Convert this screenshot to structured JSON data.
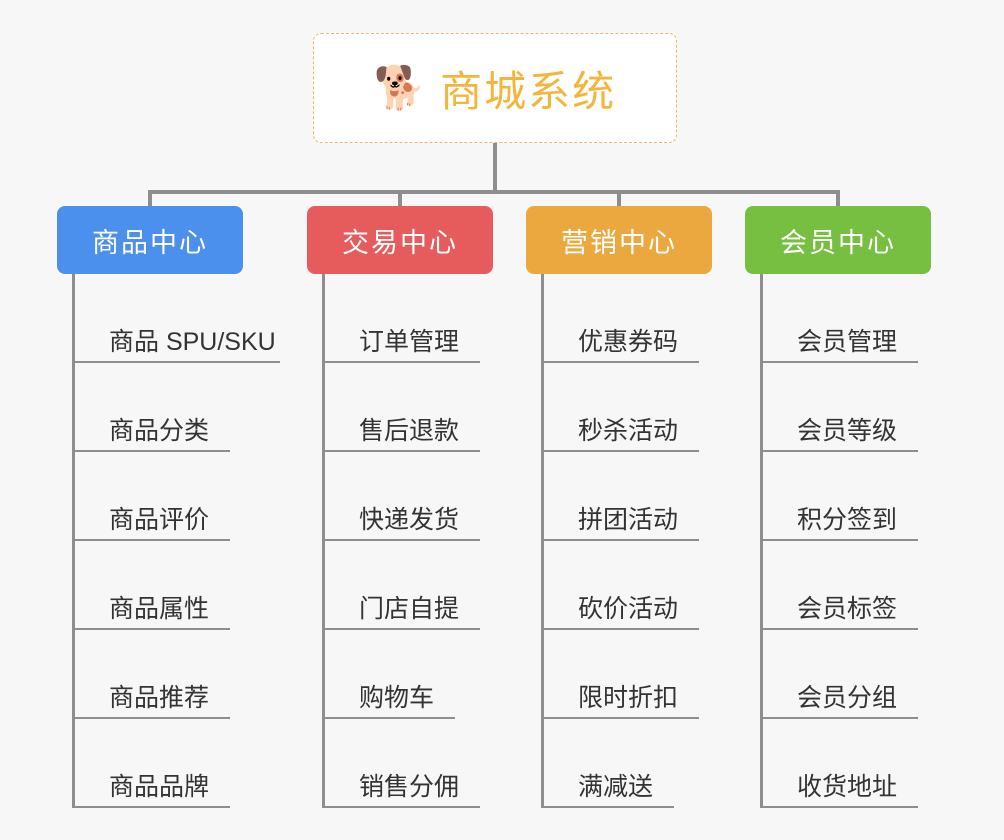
{
  "root": {
    "icon": "shiba-inu-dog-face-emoji",
    "icon_glyph": "🐕",
    "title": "商城系统",
    "title_color": "#f2b63c",
    "border_color": "#e8b962"
  },
  "canvas": {
    "background_color": "#f7f7f7",
    "connector_color": "#8e8e8e"
  },
  "branches": [
    {
      "id": "product-center",
      "label": "商品中心",
      "color": "#4a90ec",
      "items": [
        "商品 SPU/SKU",
        "商品分类",
        "商品评价",
        "商品属性",
        "商品推荐",
        "商品品牌"
      ]
    },
    {
      "id": "trade-center",
      "label": "交易中心",
      "color": "#e65c5c",
      "items": [
        "订单管理",
        "售后退款",
        "快递发货",
        "门店自提",
        "购物车",
        "销售分佣"
      ]
    },
    {
      "id": "marketing-center",
      "label": "营销中心",
      "color": "#eaa83f",
      "items": [
        "优惠券码",
        "秒杀活动",
        "拼团活动",
        "砍价活动",
        "限时折扣",
        "满减送"
      ]
    },
    {
      "id": "member-center",
      "label": "会员中心",
      "color": "#76bf40",
      "items": [
        "会员管理",
        "会员等级",
        "积分签到",
        "会员标签",
        "会员分组",
        "收货地址"
      ]
    }
  ]
}
